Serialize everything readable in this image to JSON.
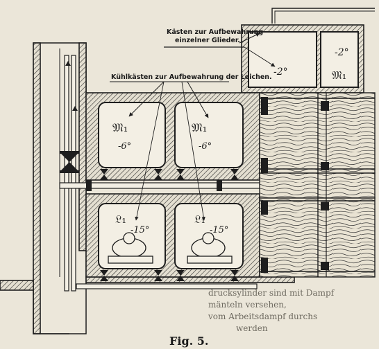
{
  "labels": {
    "upper_callout_line1": "Kästen zur Aufbewahrung",
    "upper_callout_line2": "einzelner Glieder.",
    "lower_callout": "Kühlkästen zur Aufbewahrung der Leichen."
  },
  "chambers": {
    "top_right_temp": "-2°",
    "top_mid_temp": "-2°",
    "top_mark": "𝔐₁",
    "upper_left_mark": "𝔐₁",
    "upper_left_temp": "-6°",
    "upper_right_mark": "𝔐₁",
    "upper_right_temp": "-6°",
    "lower_left_mark": "𝔏₁",
    "lower_left_temp": "-15°",
    "lower_right_mark": "𝔏₁",
    "lower_right_temp": "-15°"
  },
  "caption": "Fig. 5.",
  "bleed_text": {
    "line1": "drucksylinder sind mit Dampf",
    "line2": "mänteln    versehen,",
    "line3": "vom Arbeitsdampf durchs",
    "line4": "werden"
  },
  "colors": {
    "paper": "#ebe6d9",
    "ink": "#1e1e1e"
  }
}
